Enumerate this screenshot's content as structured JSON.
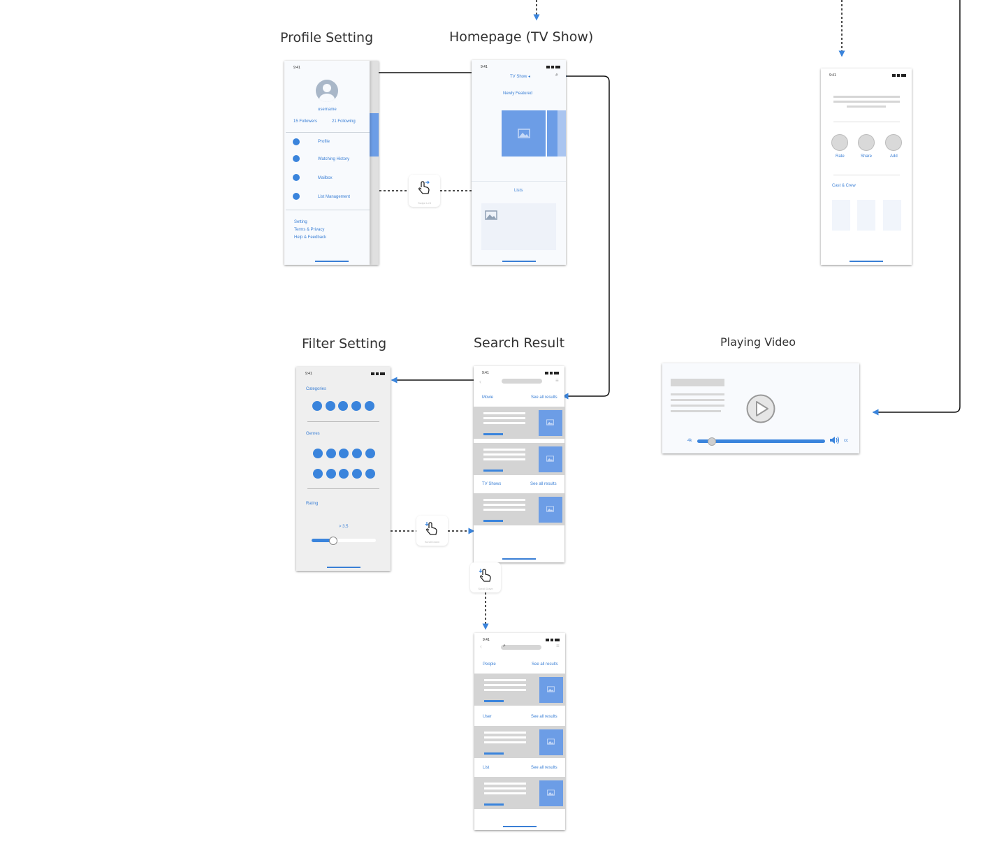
{
  "titles": {
    "profile": "Profile Setting",
    "homepage": "Homepage (TV Show)",
    "filter": "Filter Setting",
    "search": "Search Result",
    "playing": "Playing Video"
  },
  "status_time": "9:41",
  "profile": {
    "username": "username",
    "followers": "15 Followers",
    "following": "21 Following",
    "menu": [
      "Profile",
      "Watching History",
      "Mailbox",
      "List Management"
    ],
    "footer": [
      "Setting",
      "Terms & Privacy",
      "Help & Feedback"
    ]
  },
  "homepage": {
    "header": "TV Show ◂",
    "featured": "Newly Featured",
    "lists": "Lists"
  },
  "detail": {
    "actions": [
      "Rate",
      "Share",
      "Add"
    ],
    "cast": "Cast & Crew"
  },
  "filter": {
    "categories": "Categories",
    "genres": "Genres",
    "rating": "Rating",
    "rating_value": "> 3.5"
  },
  "search1": {
    "sections": [
      {
        "label": "Movie",
        "link": "See all results"
      },
      {
        "label": "TV Shows",
        "link": "See all results"
      }
    ]
  },
  "search2": {
    "sections": [
      {
        "label": "People",
        "link": "See all results"
      },
      {
        "label": "User",
        "link": "See all results"
      },
      {
        "label": "List",
        "link": "See all results"
      }
    ]
  },
  "player": {
    "quality": "4k",
    "cc": "cc",
    "progress_fraction": 0.12
  },
  "gestures": {
    "swipe_left": "Swipe Left",
    "scroll_down": "Scroll Down",
    "scroll_down_2": "Scroll Down"
  },
  "colors": {
    "accent": "#3a84dc",
    "image_placeholder": "#6c9de6",
    "connector": "#111111"
  }
}
